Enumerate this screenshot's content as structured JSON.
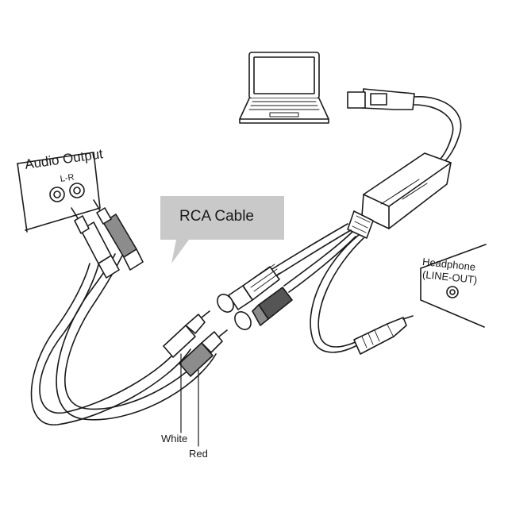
{
  "labels": {
    "audio_output": "Audio Output",
    "audio_lr": "L-R",
    "rca_cable": "RCA Cable",
    "headphone": "Headphone",
    "line_out": "(LINE-OUT)",
    "white": "White",
    "red": "Red"
  },
  "colors": {
    "line": "#1a1a1a",
    "callout": "#c9c9c9",
    "plug_grey": "#8c8c8c",
    "plug_dark": "#555555",
    "background": "#ffffff"
  }
}
